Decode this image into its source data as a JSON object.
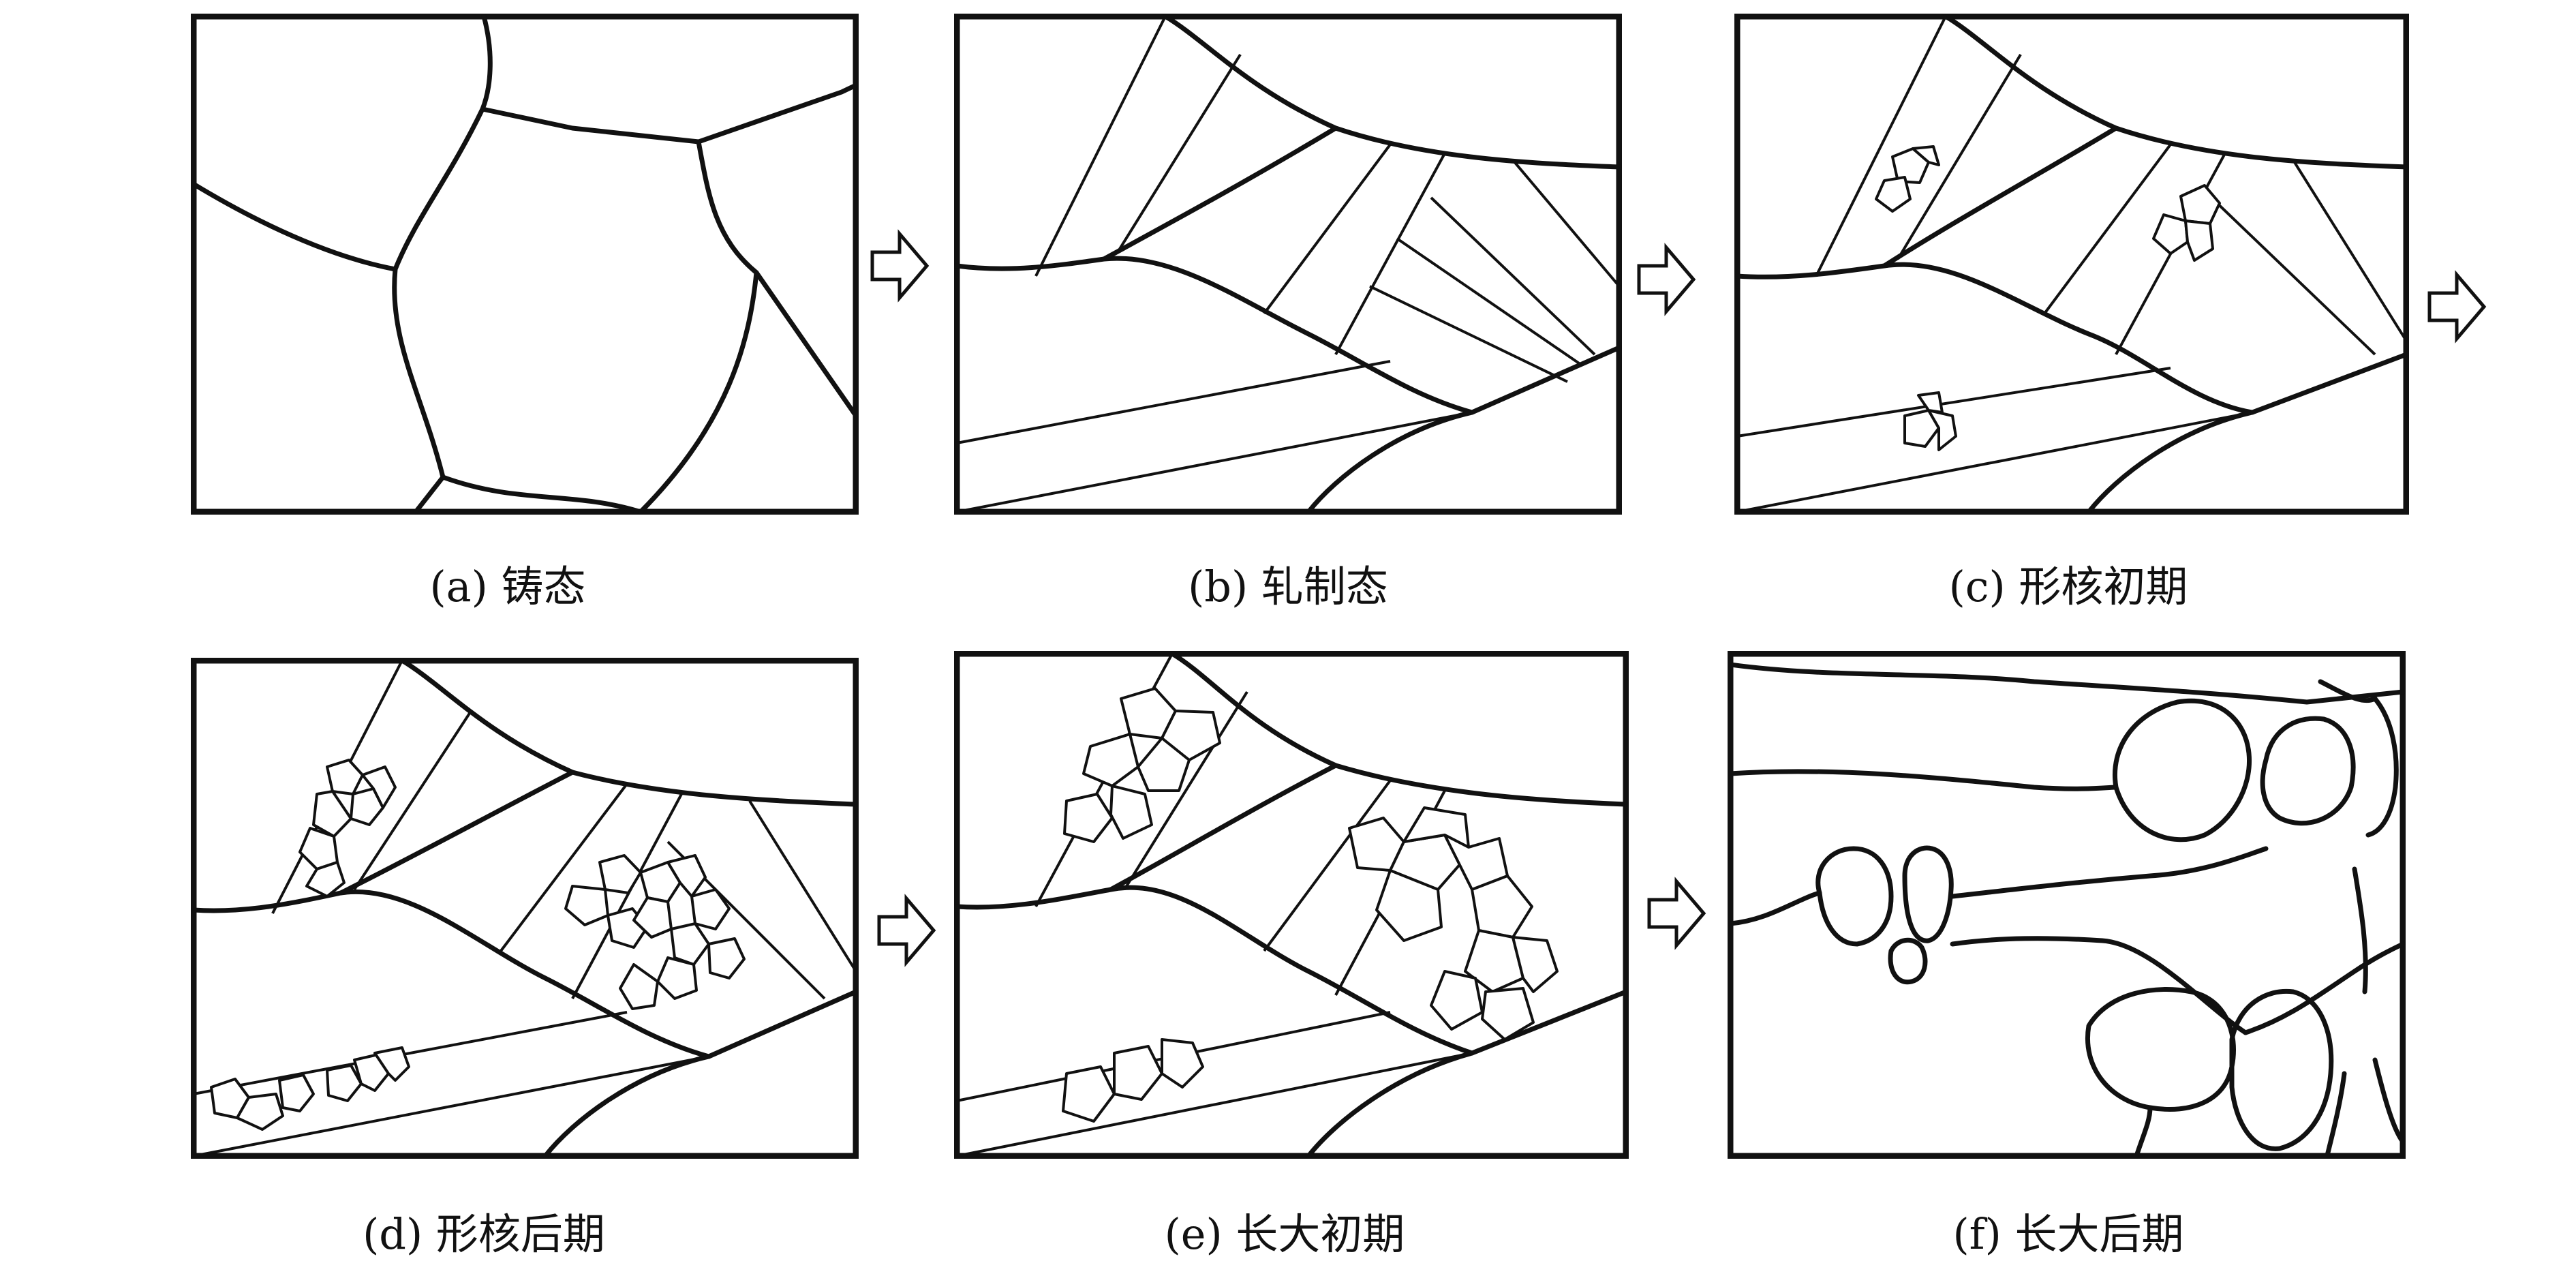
{
  "panels": [
    {
      "id": "a",
      "caption": "(a) 铸态"
    },
    {
      "id": "b",
      "caption": "(b) 轧制态"
    },
    {
      "id": "c",
      "caption": "(c) 形核初期"
    },
    {
      "id": "d",
      "caption": "(d) 形核后期"
    },
    {
      "id": "e",
      "caption": "(e) 长大初期"
    },
    {
      "id": "f",
      "caption": "(f) 长大后期"
    }
  ],
  "colors": {
    "line": "#111111",
    "background": "#ffffff"
  }
}
